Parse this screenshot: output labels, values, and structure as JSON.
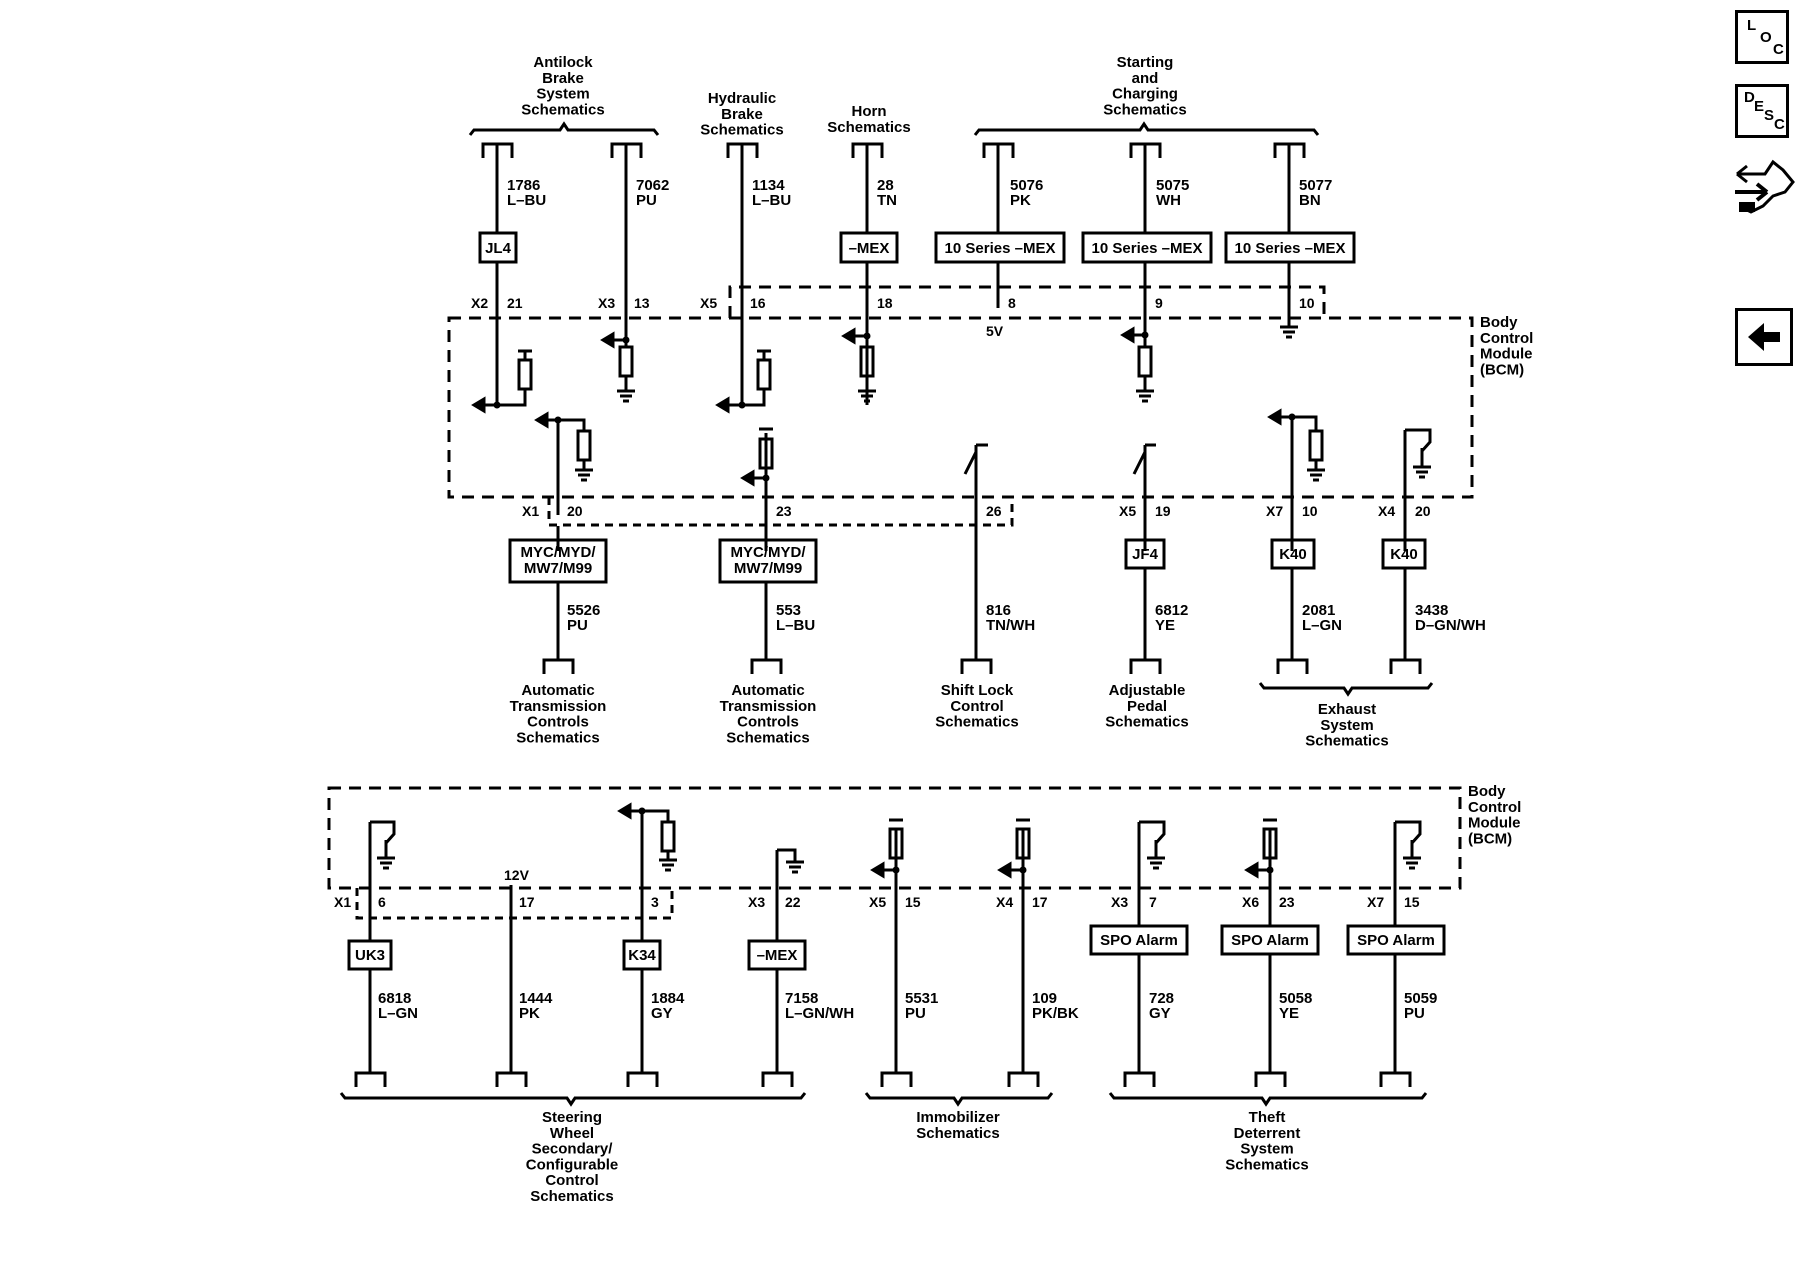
{
  "top": {
    "groups": {
      "abs": "Antilock\nBrake\nSystem\nSchematics",
      "hydraulic": "Hydraulic\nBrake\nSchematics",
      "horn": "Horn\nSchematics",
      "starting": "Starting\nand\nCharging\nSchematics"
    },
    "wires": [
      {
        "circuit": "1786",
        "color": "L–BU"
      },
      {
        "circuit": "7062",
        "color": "PU"
      },
      {
        "circuit": "1134",
        "color": "L–BU"
      },
      {
        "circuit": "28",
        "color": "TN"
      },
      {
        "circuit": "5076",
        "color": "PK"
      },
      {
        "circuit": "5075",
        "color": "WH"
      },
      {
        "circuit": "5077",
        "color": "BN"
      }
    ],
    "options": [
      "JL4",
      "–MEX",
      "10 Series –MEX",
      "10 Series –MEX",
      "10 Series –MEX"
    ],
    "connectors": [
      "X2",
      "X3",
      "X5"
    ],
    "pins": [
      "21",
      "13",
      "16",
      "18",
      "8",
      "9",
      "10"
    ],
    "v5": "5V"
  },
  "module_label": "Body\nControl\nModule\n(BCM)",
  "mid": {
    "connectors": [
      "X1",
      "X5",
      "X7",
      "X4"
    ],
    "pins": [
      "20",
      "23",
      "26",
      "19",
      "10",
      "20"
    ],
    "options": [
      "MYC/MYD/\nMW7/M99",
      "MYC/MYD/\nMW7/M99",
      "JF4",
      "K40",
      "K40"
    ],
    "wires": [
      {
        "circuit": "5526",
        "color": "PU"
      },
      {
        "circuit": "553",
        "color": "L–BU"
      },
      {
        "circuit": "816",
        "color": "TN/WH"
      },
      {
        "circuit": "6812",
        "color": "YE"
      },
      {
        "circuit": "2081",
        "color": "L–GN"
      },
      {
        "circuit": "3438",
        "color": "D–GN/WH"
      }
    ],
    "destinations": {
      "atc1": "Automatic\nTransmission\nControls\nSchematics",
      "atc2": "Automatic\nTransmission\nControls\nSchematics",
      "shift": "Shift Lock\nControl\nSchematics",
      "pedal": "Adjustable\nPedal\nSchematics",
      "exhaust": "Exhaust\nSystem\nSchematics"
    }
  },
  "bottom": {
    "v12": "12V",
    "connectors": [
      "X1",
      "X3",
      "X5",
      "X4",
      "X3",
      "X6",
      "X7"
    ],
    "pins": [
      "6",
      "17",
      "3",
      "22",
      "15",
      "17",
      "7",
      "23",
      "15"
    ],
    "options": [
      "UK3",
      "K34",
      "–MEX",
      "SPO Alarm",
      "SPO Alarm",
      "SPO Alarm"
    ],
    "wires": [
      {
        "circuit": "6818",
        "color": "L–GN"
      },
      {
        "circuit": "1444",
        "color": "PK"
      },
      {
        "circuit": "1884",
        "color": "GY"
      },
      {
        "circuit": "7158",
        "color": "L–GN/WH"
      },
      {
        "circuit": "5531",
        "color": "PU"
      },
      {
        "circuit": "109",
        "color": "PK/BK"
      },
      {
        "circuit": "728",
        "color": "GY"
      },
      {
        "circuit": "5058",
        "color": "YE"
      },
      {
        "circuit": "5059",
        "color": "PU"
      }
    ],
    "destinations": {
      "steering": "Steering\nWheel\nSecondary/\nConfigurable\nControl\nSchematics",
      "immobilizer": "Immobilizer\nSchematics",
      "theft": "Theft\nDeterrent\nSystem\nSchematics"
    }
  },
  "nav": {
    "loc": [
      "L",
      "O",
      "C"
    ],
    "desc": [
      "D",
      "E",
      "S",
      "C"
    ]
  }
}
